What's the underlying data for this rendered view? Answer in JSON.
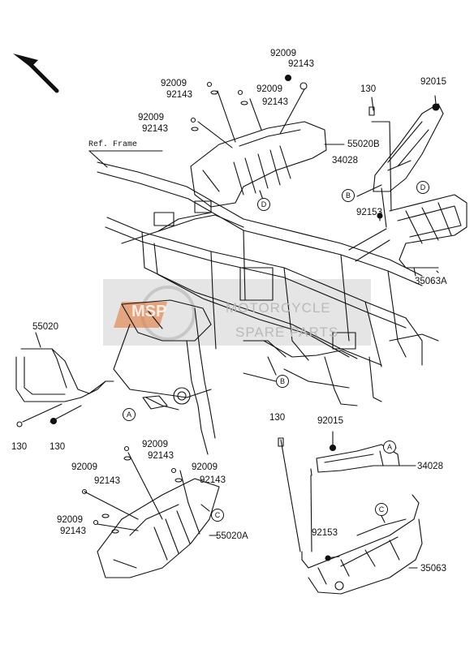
{
  "ref_frame": "Ref. Frame",
  "callouts": {
    "a": "A",
    "b": "B",
    "c": "C",
    "d": "D"
  },
  "parts": {
    "p92009": "92009",
    "p92143": "92143",
    "p92015": "92015",
    "p130": "130",
    "p55020": "55020",
    "p55020A": "55020A",
    "p55020B": "55020B",
    "p34028": "34028",
    "p92153": "92153",
    "p35063": "35063",
    "p35063A": "35063A"
  },
  "watermark": {
    "line1": "MOTORCYCLE",
    "line2": "SPARE PARTS",
    "logo": "MSP"
  },
  "colors": {
    "line": "#111111",
    "watermark_fill": "#c8c8c8",
    "logo_orange": "#e07a3a"
  }
}
